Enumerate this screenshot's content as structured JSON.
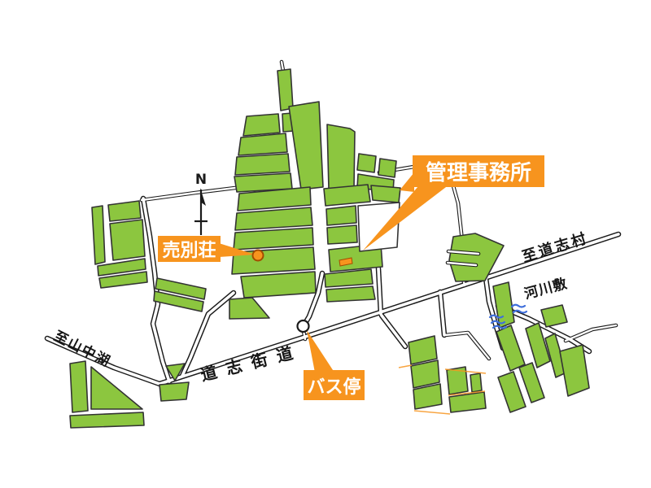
{
  "colors": {
    "parcel_green": "#8CC63F",
    "parcel_outline": "#333333",
    "accent_orange": "#F7941E",
    "road_ink": "#1A1A1A",
    "river_blue": "#3E6EDB",
    "background": "#FFFFFF",
    "callout_text": "#FFFFFF"
  },
  "callouts": {
    "management_office": "管理事務所",
    "villa_for_sale": "売別荘",
    "bus_stop": "バス停"
  },
  "map_texts": {
    "road_name": "道志街道",
    "to_lake_yamanaka": "至山中湖",
    "to_doshi_village": "至道志村",
    "riverbed": "河川敷"
  },
  "compass": {
    "label": "N"
  },
  "markers": {
    "villa_marker": "orange-circle",
    "office_marker": "orange-rect",
    "bus_stop_marker": "white-circle",
    "river_marker": "blue-waves"
  }
}
